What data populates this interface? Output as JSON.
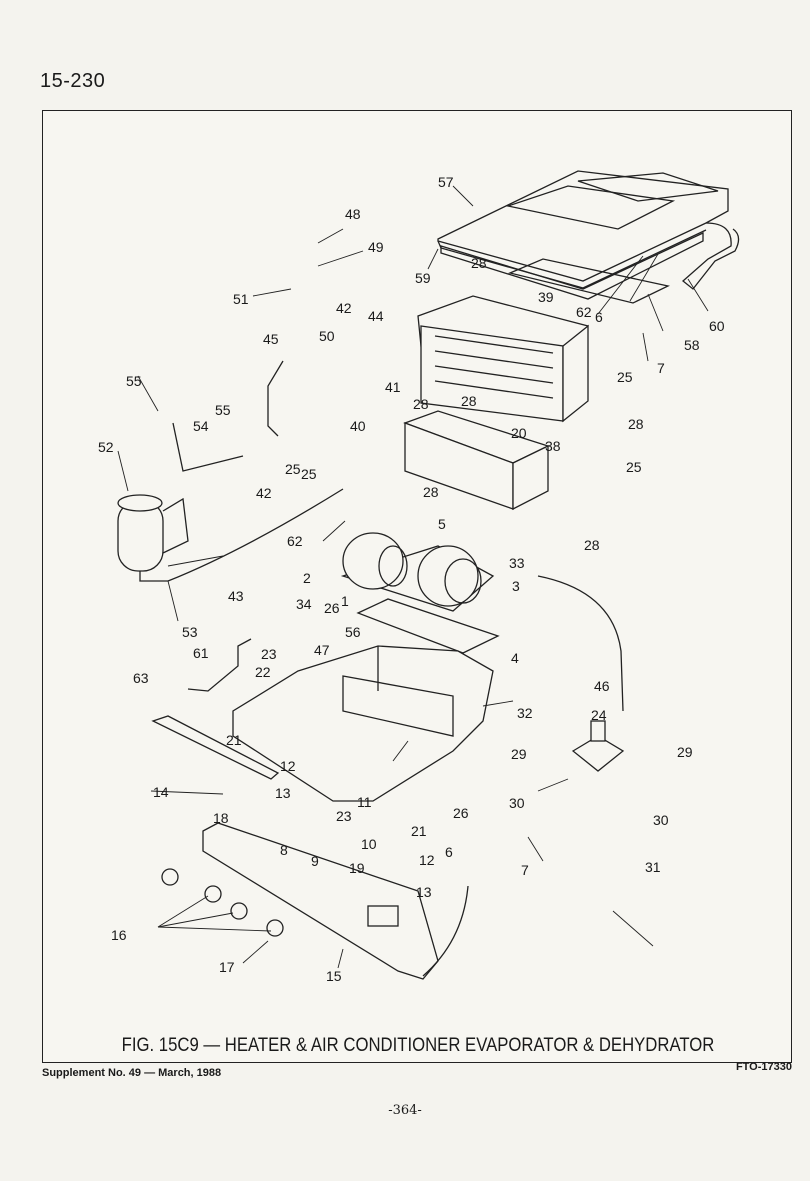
{
  "header": {
    "page_code": "15-230"
  },
  "figure": {
    "caption": "FIG. 15C9 — HEATER & AIR CONDITIONER EVAPORATOR & DEHYDRATOR",
    "code": "FTO-17330",
    "callouts": [
      {
        "id": "c57",
        "text": "57"
      },
      {
        "id": "c48",
        "text": "48"
      },
      {
        "id": "c49",
        "text": "49"
      },
      {
        "id": "c51",
        "text": "51"
      },
      {
        "id": "c59",
        "text": "59"
      },
      {
        "id": "c28a",
        "text": "28"
      },
      {
        "id": "c39",
        "text": "39"
      },
      {
        "id": "c62a",
        "text": "62"
      },
      {
        "id": "c6a",
        "text": "6"
      },
      {
        "id": "c60",
        "text": "60"
      },
      {
        "id": "c58",
        "text": "58"
      },
      {
        "id": "c42a",
        "text": "42"
      },
      {
        "id": "c44",
        "text": "44"
      },
      {
        "id": "c50",
        "text": "50"
      },
      {
        "id": "c45",
        "text": "45"
      },
      {
        "id": "c7a",
        "text": "7"
      },
      {
        "id": "c25a",
        "text": "25"
      },
      {
        "id": "c55a",
        "text": "55"
      },
      {
        "id": "c41",
        "text": "41"
      },
      {
        "id": "c28b",
        "text": "28"
      },
      {
        "id": "c28c",
        "text": "28"
      },
      {
        "id": "c55b",
        "text": "55"
      },
      {
        "id": "c54",
        "text": "54"
      },
      {
        "id": "c40",
        "text": "40"
      },
      {
        "id": "c28d",
        "text": "28"
      },
      {
        "id": "c20",
        "text": "20"
      },
      {
        "id": "c38",
        "text": "38"
      },
      {
        "id": "c52",
        "text": "52"
      },
      {
        "id": "c25b",
        "text": "25"
      },
      {
        "id": "c25c",
        "text": "25"
      },
      {
        "id": "c25d",
        "text": "25"
      },
      {
        "id": "c42b",
        "text": "42"
      },
      {
        "id": "c28e",
        "text": "28"
      },
      {
        "id": "c5",
        "text": "5"
      },
      {
        "id": "c62b",
        "text": "62"
      },
      {
        "id": "c28f",
        "text": "28"
      },
      {
        "id": "c33",
        "text": "33"
      },
      {
        "id": "c2",
        "text": "2"
      },
      {
        "id": "c3",
        "text": "3"
      },
      {
        "id": "c1",
        "text": "1"
      },
      {
        "id": "c43",
        "text": "43"
      },
      {
        "id": "c34",
        "text": "34"
      },
      {
        "id": "c26a",
        "text": "26"
      },
      {
        "id": "c53",
        "text": "53"
      },
      {
        "id": "c56",
        "text": "56"
      },
      {
        "id": "c47",
        "text": "47"
      },
      {
        "id": "c4",
        "text": "4"
      },
      {
        "id": "c61",
        "text": "61"
      },
      {
        "id": "c23a",
        "text": "23"
      },
      {
        "id": "c63",
        "text": "63"
      },
      {
        "id": "c22",
        "text": "22"
      },
      {
        "id": "c46",
        "text": "46"
      },
      {
        "id": "c32",
        "text": "32"
      },
      {
        "id": "c24",
        "text": "24"
      },
      {
        "id": "c21a",
        "text": "21"
      },
      {
        "id": "c29a",
        "text": "29"
      },
      {
        "id": "c29b",
        "text": "29"
      },
      {
        "id": "c12a",
        "text": "12"
      },
      {
        "id": "c14",
        "text": "14"
      },
      {
        "id": "c13a",
        "text": "13"
      },
      {
        "id": "c11",
        "text": "11"
      },
      {
        "id": "c26b",
        "text": "26"
      },
      {
        "id": "c30a",
        "text": "30"
      },
      {
        "id": "c18",
        "text": "18"
      },
      {
        "id": "c23b",
        "text": "23"
      },
      {
        "id": "c21b",
        "text": "21"
      },
      {
        "id": "c30b",
        "text": "30"
      },
      {
        "id": "c10",
        "text": "10"
      },
      {
        "id": "c6b",
        "text": "6"
      },
      {
        "id": "c8",
        "text": "8"
      },
      {
        "id": "c9",
        "text": "9"
      },
      {
        "id": "c19",
        "text": "19"
      },
      {
        "id": "c12b",
        "text": "12"
      },
      {
        "id": "c7b",
        "text": "7"
      },
      {
        "id": "c31",
        "text": "31"
      },
      {
        "id": "c13b",
        "text": "13"
      },
      {
        "id": "c16",
        "text": "16"
      },
      {
        "id": "c17",
        "text": "17"
      },
      {
        "id": "c15",
        "text": "15"
      }
    ]
  },
  "footer": {
    "supplement": "Supplement No. 49 — March, 1988",
    "page_number": "-364-"
  }
}
